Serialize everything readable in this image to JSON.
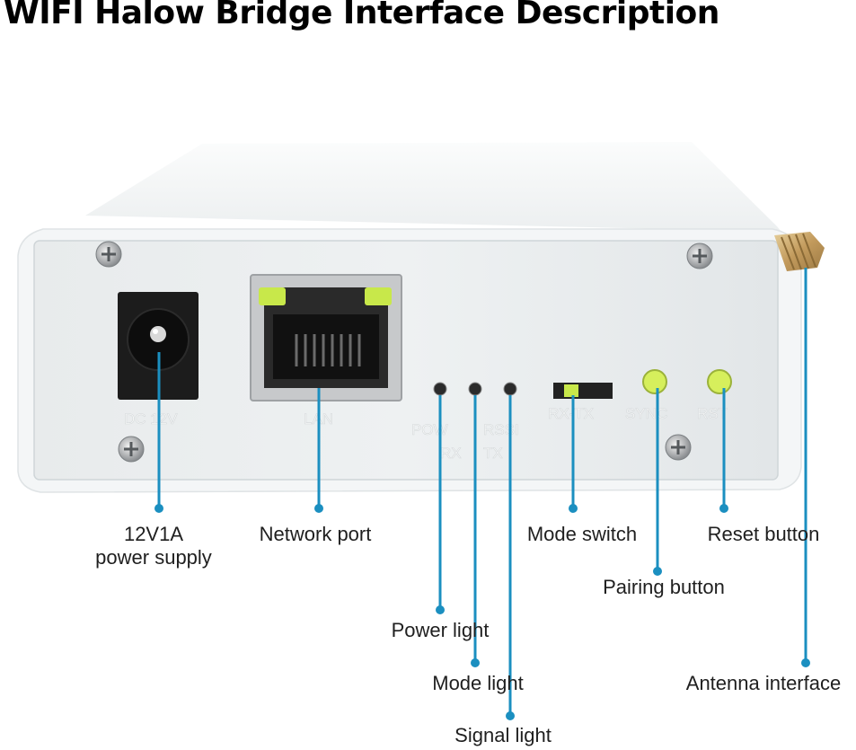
{
  "title": "WIFI Halow Bridge Interface Description",
  "panel_text": {
    "dc": "DC 12V",
    "lan": "LAN",
    "pow": "POW",
    "rssi": "RSSI",
    "rx": "RX",
    "tx": "TX",
    "rx_tx": "RX-TX",
    "sync": "SYNC",
    "rst": "RST"
  },
  "callouts": {
    "power_supply": {
      "line1": "12V1A",
      "line2": "power supply"
    },
    "network_port": "Network port",
    "mode_switch": "Mode switch",
    "reset_button": "Reset button",
    "pairing_button": "Pairing button",
    "power_light": "Power light",
    "mode_light": "Mode light",
    "signal_light": "Signal light",
    "antenna_interface": "Antenna interface"
  },
  "colors": {
    "leader_line": "#1b8fc0",
    "led_green": "#c8e84a",
    "button_green": "#d6ef5c",
    "enclosure": "#f2f4f5",
    "panel": "#e4e8ea",
    "antenna_gold": "#c9a56a"
  }
}
